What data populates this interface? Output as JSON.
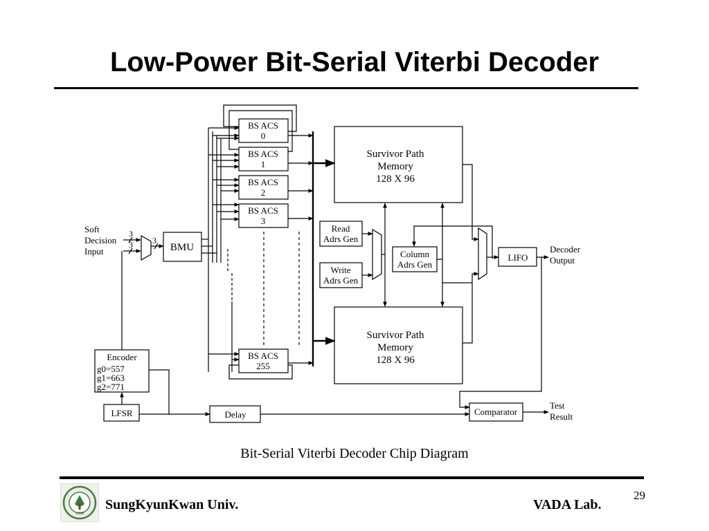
{
  "slide": {
    "title": "Low-Power Bit-Serial Viterbi Decoder",
    "caption": "Bit-Serial Viterbi Decoder Chip Diagram",
    "page_number": "29"
  },
  "footer": {
    "left": "SungKyunKwan Univ.",
    "right": "VADA Lab.",
    "logo_text": "1398"
  },
  "diagram": {
    "input_label": [
      "Soft",
      "Decision",
      "Input"
    ],
    "bus_width_top": "3",
    "bus_width_bottom": "3",
    "bus_width_bmu": "3",
    "bmu": "BMU",
    "acs": [
      {
        "name": "BS ACS",
        "index": "0"
      },
      {
        "name": "BS ACS",
        "index": "1"
      },
      {
        "name": "BS ACS",
        "index": "2"
      },
      {
        "name": "BS ACS",
        "index": "3"
      },
      {
        "name": "BS ACS",
        "index": "255"
      }
    ],
    "memory_top": [
      "Survivor Path",
      "Memory",
      "128 X 96"
    ],
    "memory_bottom": [
      "Survivor Path",
      "Memory",
      "128 X 96"
    ],
    "read_gen": [
      "Read",
      "Adrs Gen"
    ],
    "write_gen": [
      "Write",
      "Adrs Gen"
    ],
    "column_gen": [
      "Column",
      "Adrs Gen"
    ],
    "lifo": "LIFO",
    "output_label": [
      "Decoder",
      "Output"
    ],
    "encoder": {
      "title": "Encoder",
      "g0": "g0=557",
      "g1": "g1=663",
      "g2": "g2=771"
    },
    "lfsr": "LFSR",
    "delay": "Delay",
    "comparator": "Comparator",
    "test_label": [
      "Test",
      "Result"
    ]
  },
  "colors": {
    "line": "#000000",
    "background": "#ffffff"
  }
}
